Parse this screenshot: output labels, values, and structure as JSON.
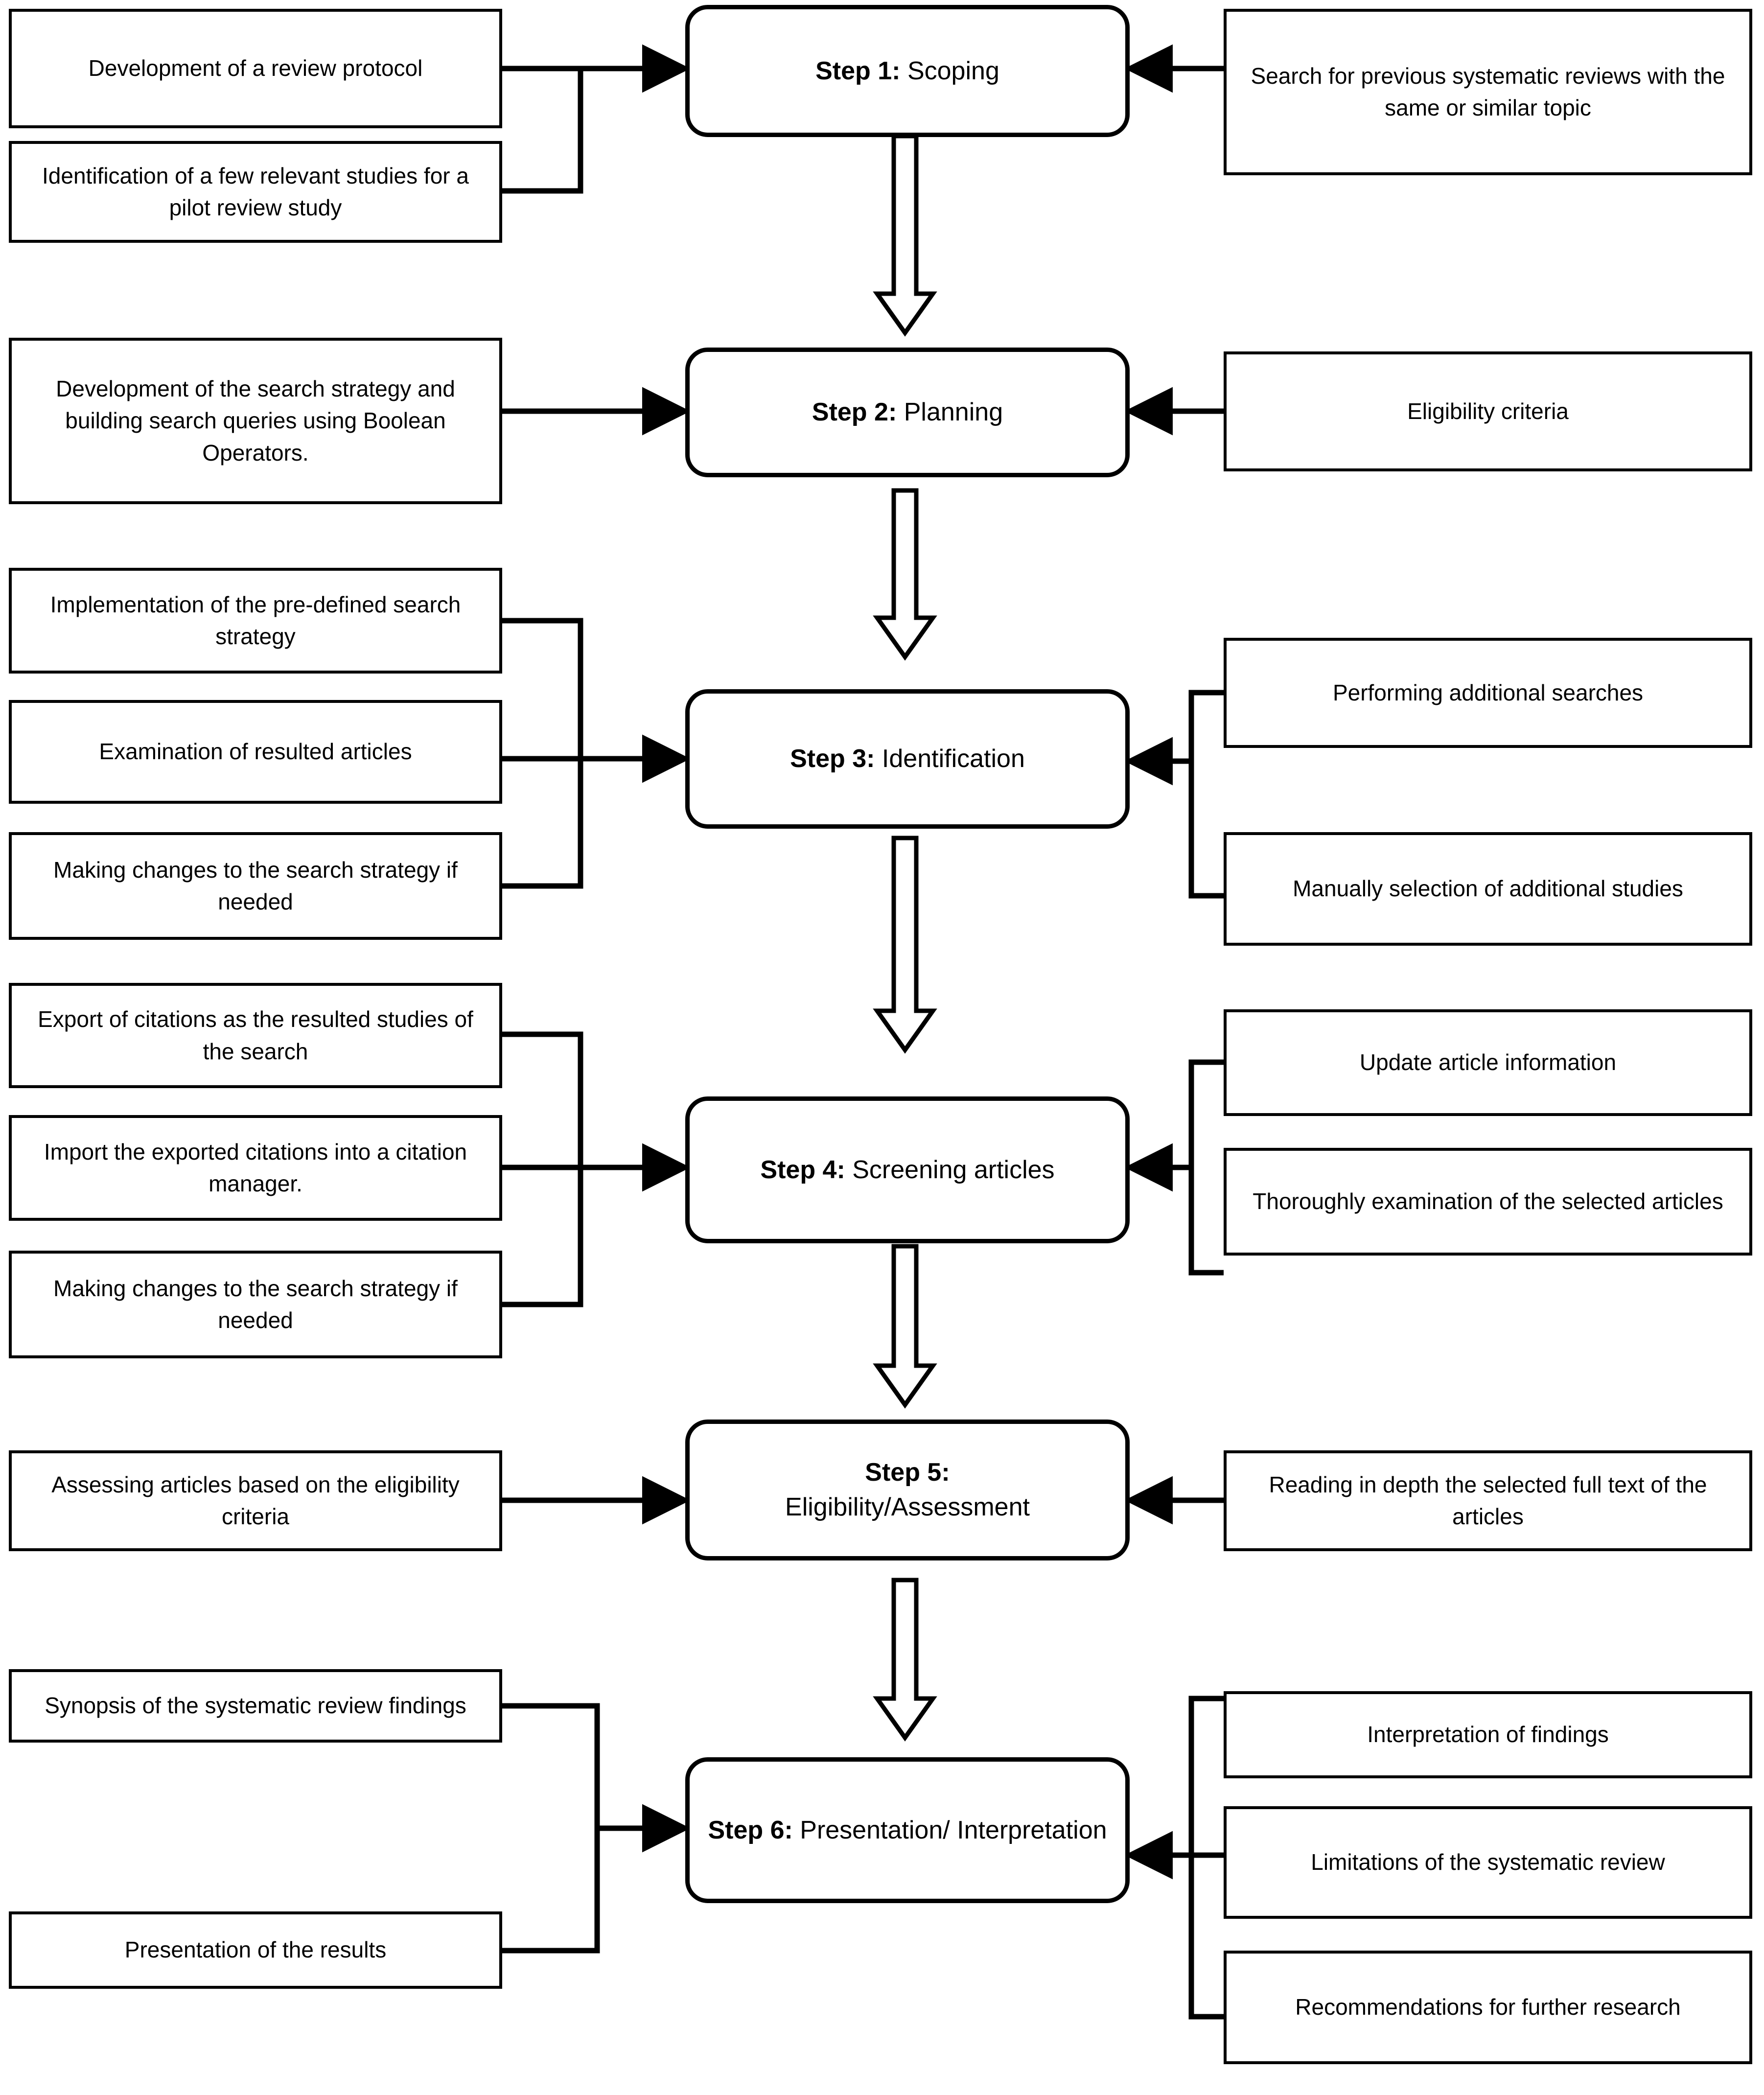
{
  "diagram": {
    "title": "Six-step systematic review process flowchart",
    "accent_color": "#000000",
    "background_color": "#ffffff"
  },
  "steps": [
    {
      "id": "step1",
      "number_label": "Step 1:",
      "name": "Scoping",
      "left_inputs": [
        "Development of a review protocol",
        "Identification of a few relevant studies for a pilot review study"
      ],
      "right_inputs": [
        "Search for previous systematic reviews with the same or similar topic"
      ]
    },
    {
      "id": "step2",
      "number_label": "Step 2:",
      "name": "Planning",
      "left_inputs": [
        "Development of the search strategy and building search queries using Boolean Operators."
      ],
      "right_inputs": [
        "Eligibility criteria"
      ]
    },
    {
      "id": "step3",
      "number_label": "Step 3:",
      "name": "Identification",
      "left_inputs": [
        "Implementation of the pre-defined search strategy",
        "Examination of resulted articles",
        "Making changes to the search strategy if needed"
      ],
      "right_inputs": [
        "Performing additional searches",
        "Manually selection of additional studies"
      ]
    },
    {
      "id": "step4",
      "number_label": "Step 4:",
      "name": "Screening articles",
      "left_inputs": [
        "Export of citations as the resulted studies of the search",
        "Import the exported citations into a citation manager.",
        "Making changes to the search strategy if needed"
      ],
      "right_inputs": [
        "Update article information",
        "Thoroughly examination of the selected articles"
      ]
    },
    {
      "id": "step5",
      "number_label": "Step 5:",
      "name": "Eligibility/Assessment",
      "left_inputs": [
        "Assessing articles based on the eligibility criteria"
      ],
      "right_inputs": [
        "Reading in depth the selected full text of the articles"
      ]
    },
    {
      "id": "step6",
      "number_label": "Step 6:",
      "name": "Presentation/ Interpretation",
      "left_inputs": [
        "Synopsis of the systematic review findings",
        "Presentation of the results"
      ],
      "right_inputs": [
        "Interpretation of findings",
        "Limitations of the systematic review",
        "Recommendations for further research"
      ]
    }
  ]
}
